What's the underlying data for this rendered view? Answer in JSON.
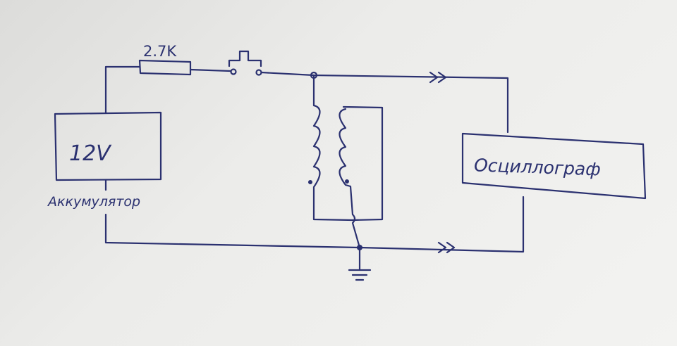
{
  "diagram": {
    "type": "hand-drawn circuit schematic",
    "resistor_label": "2.7K",
    "battery_label": "12V",
    "battery_caption": "Аккумулятор",
    "oscilloscope_label": "Осциллограф",
    "ink_color": "#2b3170"
  }
}
